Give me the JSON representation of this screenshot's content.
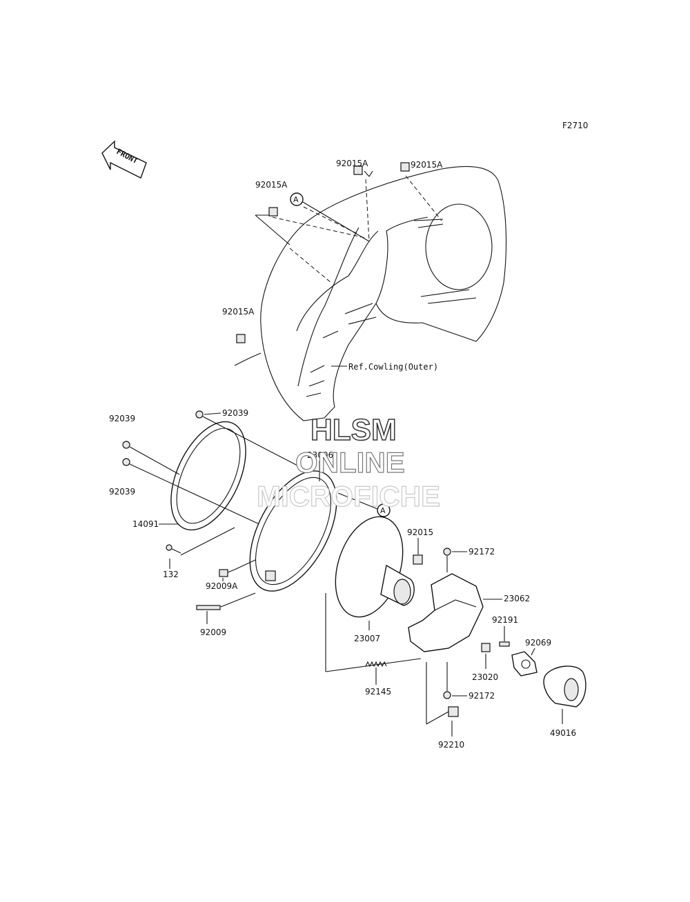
{
  "figure_code": "F2710",
  "front_label": "FRONT",
  "ref_label": "A",
  "watermark": [
    "HLSM",
    "ONLINE",
    "MICROFICHE"
  ],
  "cowling_ref": "Ref.Cowling(Outer)",
  "labels": {
    "p92015A_1": "92015A",
    "p92015A_2": "92015A",
    "p92015A_3": "92015A",
    "p92015A_4": "92015A",
    "p92039_1": "92039",
    "p92039_2": "92039",
    "p92039_3": "92039",
    "p23006": "23006",
    "p14091": "14091",
    "p132": "132",
    "p92009A": "92009A",
    "p92009": "92009",
    "p92015": "92015",
    "p23007": "23007",
    "p92172_1": "92172",
    "p23062": "23062",
    "p92191": "92191",
    "p92069": "92069",
    "p23020": "23020",
    "p92145": "92145",
    "p92172_2": "92172",
    "p92210": "92210",
    "p49016": "49016"
  }
}
